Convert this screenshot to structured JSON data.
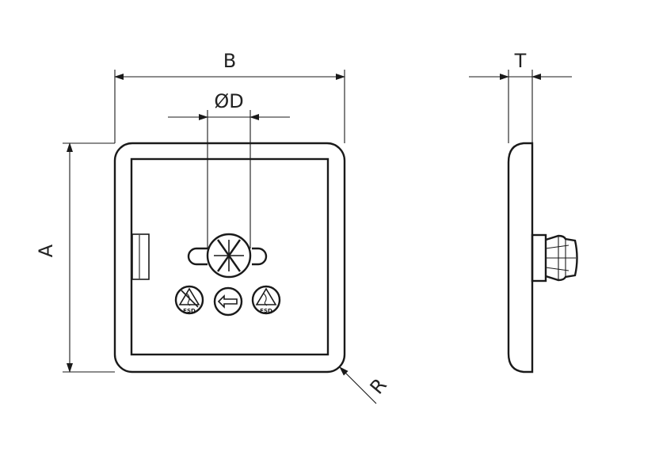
{
  "dimensions": {
    "width_label": "B",
    "height_label": "A",
    "diameter_label": "ØD",
    "thickness_label": "T",
    "radius_label": "R"
  },
  "symbols": {
    "left": "esd-warning-icon",
    "center": "insert-arrow-icon",
    "right": "esd-protected-icon",
    "esd_text": "ESD"
  },
  "colors": {
    "line": "#1a1a1a",
    "background": "#ffffff"
  }
}
